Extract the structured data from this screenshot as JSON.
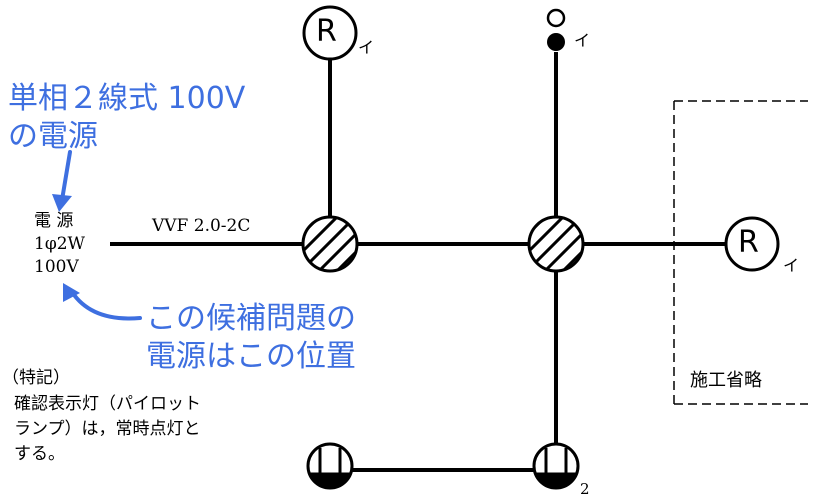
{
  "annotations": {
    "top_title_line1": "単相２線式 100V",
    "top_title_line2": "の電源",
    "bottom_callout_line1": "この候補問題の",
    "bottom_callout_line2": "電源はこの位置"
  },
  "power_source": {
    "label_line1": "電 源",
    "label_line2": "1φ2W",
    "label_line3": "100V"
  },
  "cable_label": "VVF 2.0-2C",
  "fixtures": {
    "receptacle_symbol": "R",
    "switch_letter": "イ",
    "outlet_count": "2"
  },
  "omitted_area_label": "施工省略",
  "notes": {
    "heading": "（特記）",
    "line1": "確認表示灯（パイロット",
    "line2": "ランプ）は，常時点灯と",
    "line3": "する。"
  },
  "colors": {
    "annotation_blue": "#3e6fe0",
    "line": "#000000"
  }
}
